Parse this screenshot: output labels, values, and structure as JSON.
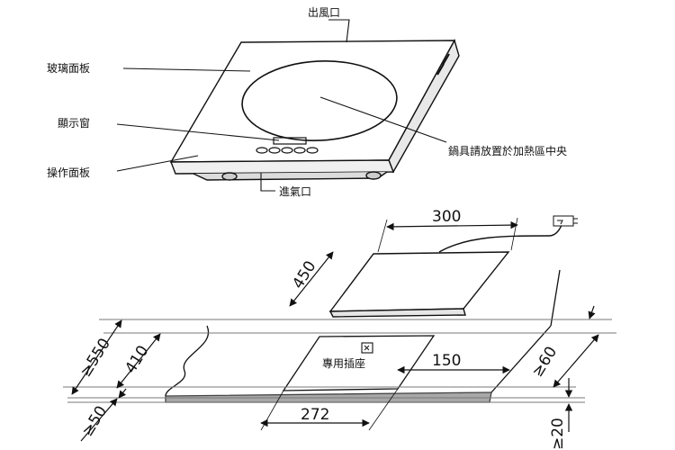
{
  "top_diagram": {
    "labels": {
      "outlet_vent": "出風口",
      "glass_panel": "玻璃面板",
      "display_window": "顯示窗",
      "control_panel": "操作面板",
      "cookware_placement": "鍋具請放置於加熱區中央",
      "intake_vent": "進氣口"
    }
  },
  "bottom_diagram": {
    "dimensions": {
      "cooktop_width": "300",
      "cooktop_depth": "450",
      "counter_depth": "≥550",
      "cutout_depth": "410",
      "cutout_width": "272",
      "socket_offset": "150",
      "front_clearance": "≥50",
      "back_clearance": "≥60",
      "vertical_clearance": "≥20"
    },
    "labels": {
      "dedicated_socket": "專用插座"
    }
  }
}
